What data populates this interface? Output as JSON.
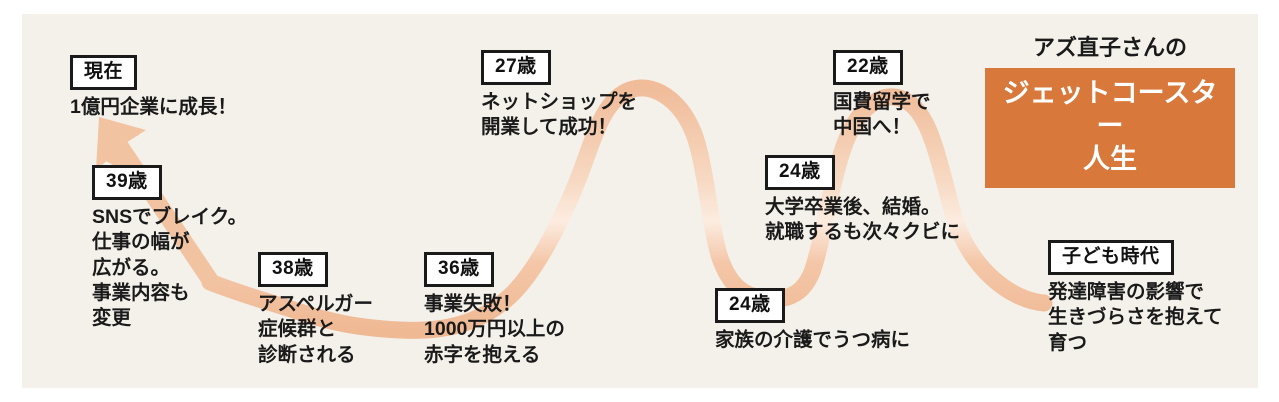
{
  "title": {
    "subtitle": "アズ直子さんの",
    "main": "ジェットコースター\n人生",
    "accent_color": "#d8783a"
  },
  "theme": {
    "panel_background": "#f4f1ea",
    "ribbon_color": "#f3c3a2",
    "ribbon_highlight": "#fbe7d6",
    "text_color": "#1a1a1a",
    "badge_border": "#1a1a1a",
    "badge_background": "#ffffff"
  },
  "timeline": {
    "direction": "right-to-left",
    "nodes": [
      {
        "id": "childhood",
        "age": "子ども時代",
        "description": "発達障害の影響で\n生きづらさを抱えて\n育つ"
      },
      {
        "id": "age22",
        "age": "22歳",
        "description": "国費留学で\n中国へ！"
      },
      {
        "id": "age24-marriage",
        "age": "24歳",
        "description": "大学卒業後、結婚。\n就職するも次々クビに"
      },
      {
        "id": "age24-depression",
        "age": "24歳",
        "description": "家族の介護でうつ病に"
      },
      {
        "id": "age27",
        "age": "27歳",
        "description": "ネットショップを\n開業して成功！"
      },
      {
        "id": "age36",
        "age": "36歳",
        "description": "事業失敗！\n1000万円以上の\n赤字を抱える"
      },
      {
        "id": "age38",
        "age": "38歳",
        "description": "アスペルガー\n症候群と\n診断される"
      },
      {
        "id": "age39",
        "age": "39歳",
        "description": "SNSでブレイク。\n仕事の幅が\n広がる。\n事業内容も\n変更"
      },
      {
        "id": "present",
        "age": "現在",
        "description": "1億円企業に成長！"
      }
    ]
  }
}
